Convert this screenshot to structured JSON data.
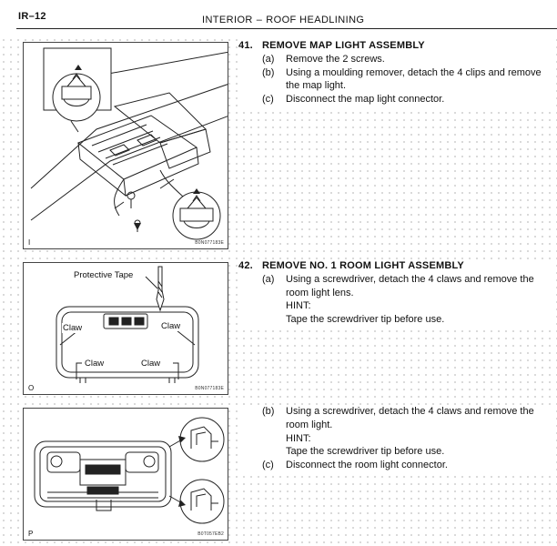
{
  "header": {
    "page_id": "IR–12",
    "section": "INTERIOR",
    "separator": "–",
    "subsection": "ROOF HEADLINING"
  },
  "figures": [
    {
      "letter": "I",
      "code": "B0N077183E"
    },
    {
      "letter": "O",
      "code": "B0N077183E",
      "callouts": {
        "protective_tape": "Protective Tape",
        "claw_top_left": "Claw",
        "claw_top_right": "Claw",
        "claw_bottom_left": "Claw",
        "claw_bottom_right": "Claw"
      }
    },
    {
      "letter": "P",
      "code": "B0T057EB2"
    }
  ],
  "steps": [
    {
      "number": "41.",
      "title": "REMOVE MAP LIGHT ASSEMBLY",
      "items": [
        {
          "letter": "(a)",
          "text": "Remove the 2 screws."
        },
        {
          "letter": "(b)",
          "text": "Using a moulding remover, detach the 4 clips and remove the map light."
        },
        {
          "letter": "(c)",
          "text": "Disconnect the map light connector."
        }
      ]
    },
    {
      "number": "42.",
      "title": "REMOVE NO. 1 ROOM LIGHT ASSEMBLY",
      "items": [
        {
          "letter": "(a)",
          "text": "Using a screwdriver, detach the 4 claws and remove the room light lens."
        }
      ],
      "hint_label": "HINT:",
      "hint_text": "Tape the screwdriver tip before use."
    }
  ],
  "continuation": {
    "items": [
      {
        "letter": "(b)",
        "text": "Using a screwdriver, detach the 4 claws and remove the room light."
      }
    ],
    "hint_label": "HINT:",
    "hint_text": "Tape the screwdriver tip before use.",
    "items_after": [
      {
        "letter": "(c)",
        "text": "Disconnect the room light connector."
      }
    ]
  }
}
